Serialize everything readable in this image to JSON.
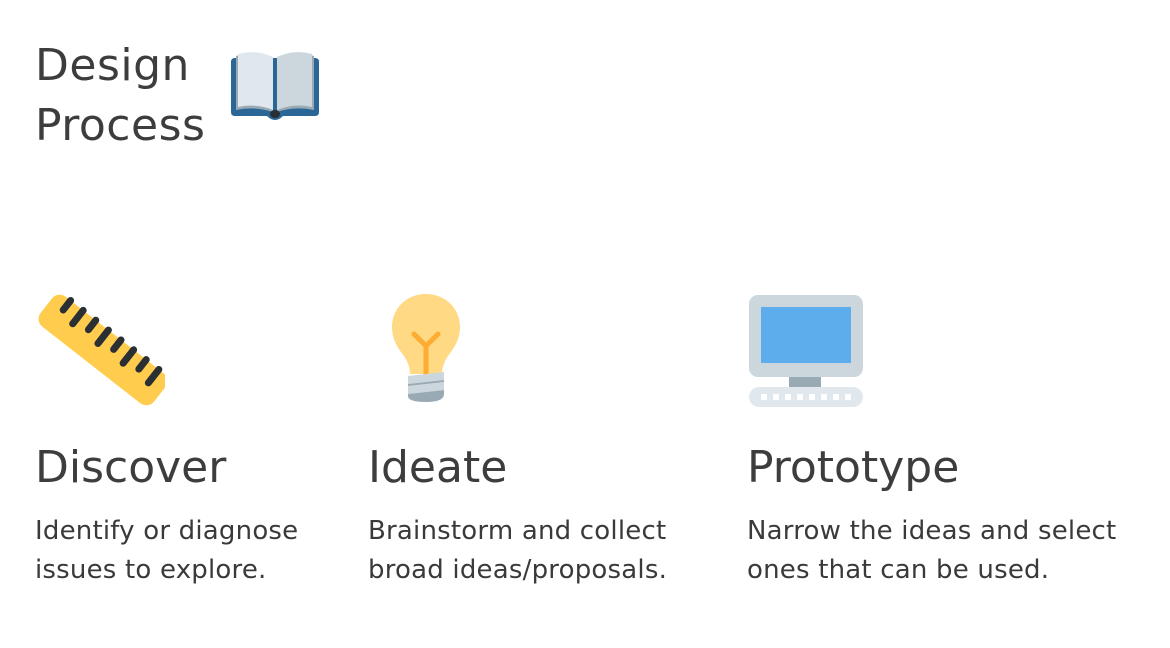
{
  "header": {
    "title_line1": "Design",
    "title_line2": "Process",
    "icon": "open-book-icon"
  },
  "steps": [
    {
      "title": "Discover",
      "desc_line1": "Identify or diagnose",
      "desc_line2": "issues to explore.",
      "icon": "ruler-icon"
    },
    {
      "title": "Ideate",
      "desc_line1": "Brainstorm and collect",
      "desc_line2": "broad ideas/proposals.",
      "icon": "light-bulb-icon"
    },
    {
      "title": "Prototype",
      "desc_line1": "Narrow the ideas and select",
      "desc_line2": "ones that can be used.",
      "icon": "computer-icon"
    }
  ],
  "colors": {
    "text": "#3d3d3d",
    "ruler": "#ffcc4d",
    "bulb": "#ffd983",
    "screen": "#5dadec",
    "monitor_frame": "#ccd6dd",
    "book_cover": "#2a6797"
  }
}
